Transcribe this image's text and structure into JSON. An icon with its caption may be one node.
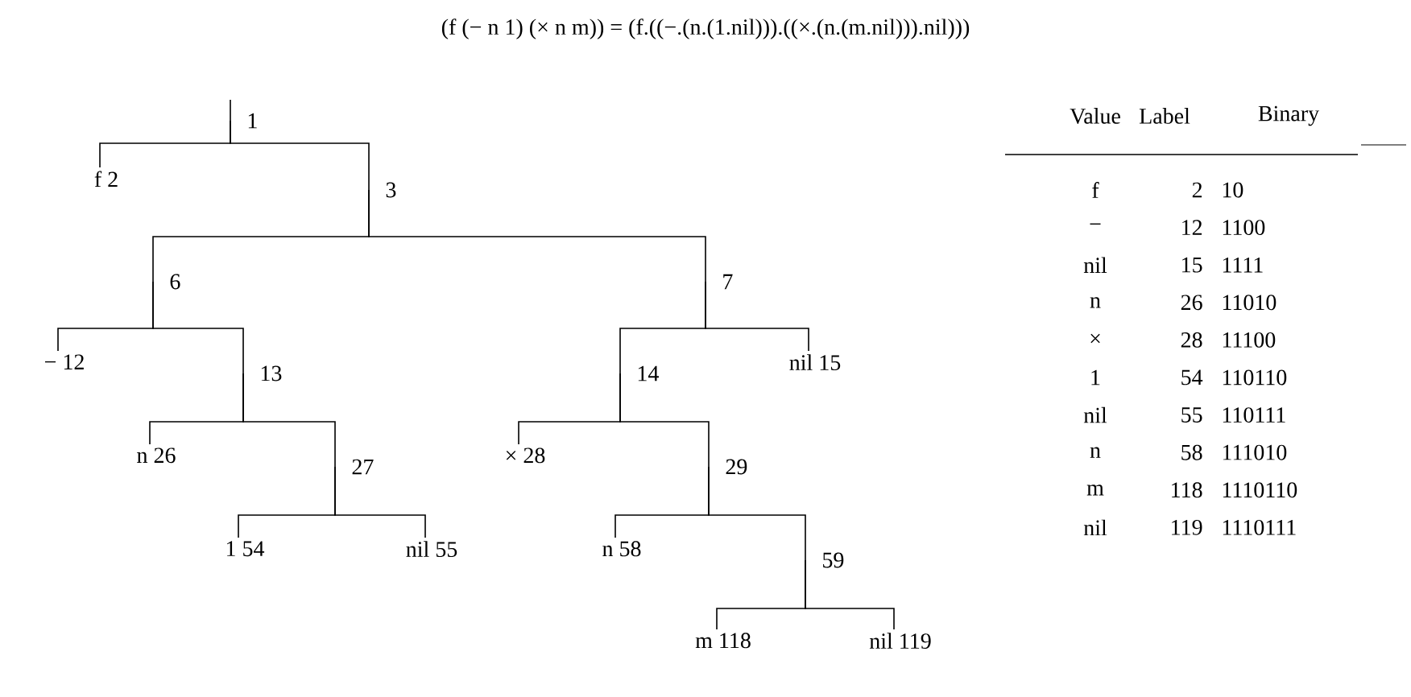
{
  "diagram": {
    "title": "(f (− n 1) (× n m)) = (f.((−.(n.(1.nil))).((×.(n.(m.nil))).nil)))",
    "nodes": [
      {
        "text": [
          "1"
        ]
      },
      {
        "text": [
          "f 2"
        ]
      },
      {
        "text": [
          "3"
        ]
      },
      {
        "text": [
          "6"
        ]
      },
      {
        "text": [
          "7"
        ]
      },
      {
        "text": [
          "− 12"
        ]
      },
      {
        "text": [
          "13"
        ]
      },
      {
        "text": [
          "14"
        ]
      },
      {
        "text": [
          "nil 15"
        ]
      },
      {
        "text": [
          "n 26"
        ]
      },
      {
        "text": [
          "27"
        ]
      },
      {
        "text": [
          "× 28"
        ]
      },
      {
        "text": [
          "29"
        ]
      },
      {
        "text": [
          "1 54"
        ]
      },
      {
        "text": [
          "nil 55"
        ]
      },
      {
        "text": [
          "n 58"
        ]
      },
      {
        "text": [
          "59"
        ]
      },
      {
        "text": [
          "m 118"
        ]
      },
      {
        "text": [
          "nil 119"
        ]
      }
    ],
    "edges": [
      {
        "from": 0,
        "to": 1,
        "arrow": "none"
      },
      {
        "from": 0,
        "to": 2,
        "arrow": "none"
      },
      {
        "from": 2,
        "to": 3,
        "arrow": "none"
      },
      {
        "from": 2,
        "to": 4,
        "arrow": "none"
      },
      {
        "from": 3,
        "to": 5,
        "arrow": "none"
      },
      {
        "from": 3,
        "to": 6,
        "arrow": "none"
      },
      {
        "from": 4,
        "to": 7,
        "arrow": "none"
      },
      {
        "from": 4,
        "to": 8,
        "arrow": "none"
      },
      {
        "from": 6,
        "to": 9,
        "arrow": "none"
      },
      {
        "from": 6,
        "to": 10,
        "arrow": "none"
      },
      {
        "from": 7,
        "to": 11,
        "arrow": "none"
      },
      {
        "from": 7,
        "to": 12,
        "arrow": "none"
      },
      {
        "from": 10,
        "to": 13,
        "arrow": "none"
      },
      {
        "from": 10,
        "to": 14,
        "arrow": "none"
      },
      {
        "from": 12,
        "to": 15,
        "arrow": "none"
      },
      {
        "from": 12,
        "to": 16,
        "arrow": "none"
      },
      {
        "from": 16,
        "to": 17,
        "arrow": "none"
      },
      {
        "from": 16,
        "to": 18,
        "arrow": "none"
      }
    ],
    "labels": [
      "Value",
      "Label",
      "Binary",
      "f",
      "2",
      "10",
      "−",
      "12",
      "1100",
      "nil",
      "15",
      "1111",
      "n",
      "26",
      "11010",
      "×",
      "28",
      "11100",
      "1",
      "54",
      "110110",
      "nil",
      "55",
      "110111",
      "n",
      "58",
      "111010",
      "m",
      "118",
      "1110110",
      "nil",
      "119",
      "1110111"
    ]
  }
}
